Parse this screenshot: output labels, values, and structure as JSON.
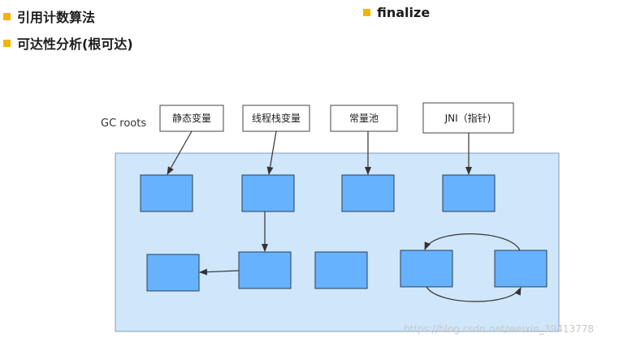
{
  "bullets": {
    "item1": "引用计数算法",
    "item2": "可达性分析(根可达)",
    "item3": "finalize"
  },
  "diagram": {
    "gc_roots_label": "GC roots",
    "roots": [
      "静态变量",
      "线程栈变量",
      "常量池",
      "JNI（指针)"
    ]
  },
  "watermark": "https://blog.csdn.net/weixin_39413778",
  "colors": {
    "bullet": "#f5b400",
    "heap_fill": "#cfe6fb",
    "object_fill": "#66b2ff"
  }
}
